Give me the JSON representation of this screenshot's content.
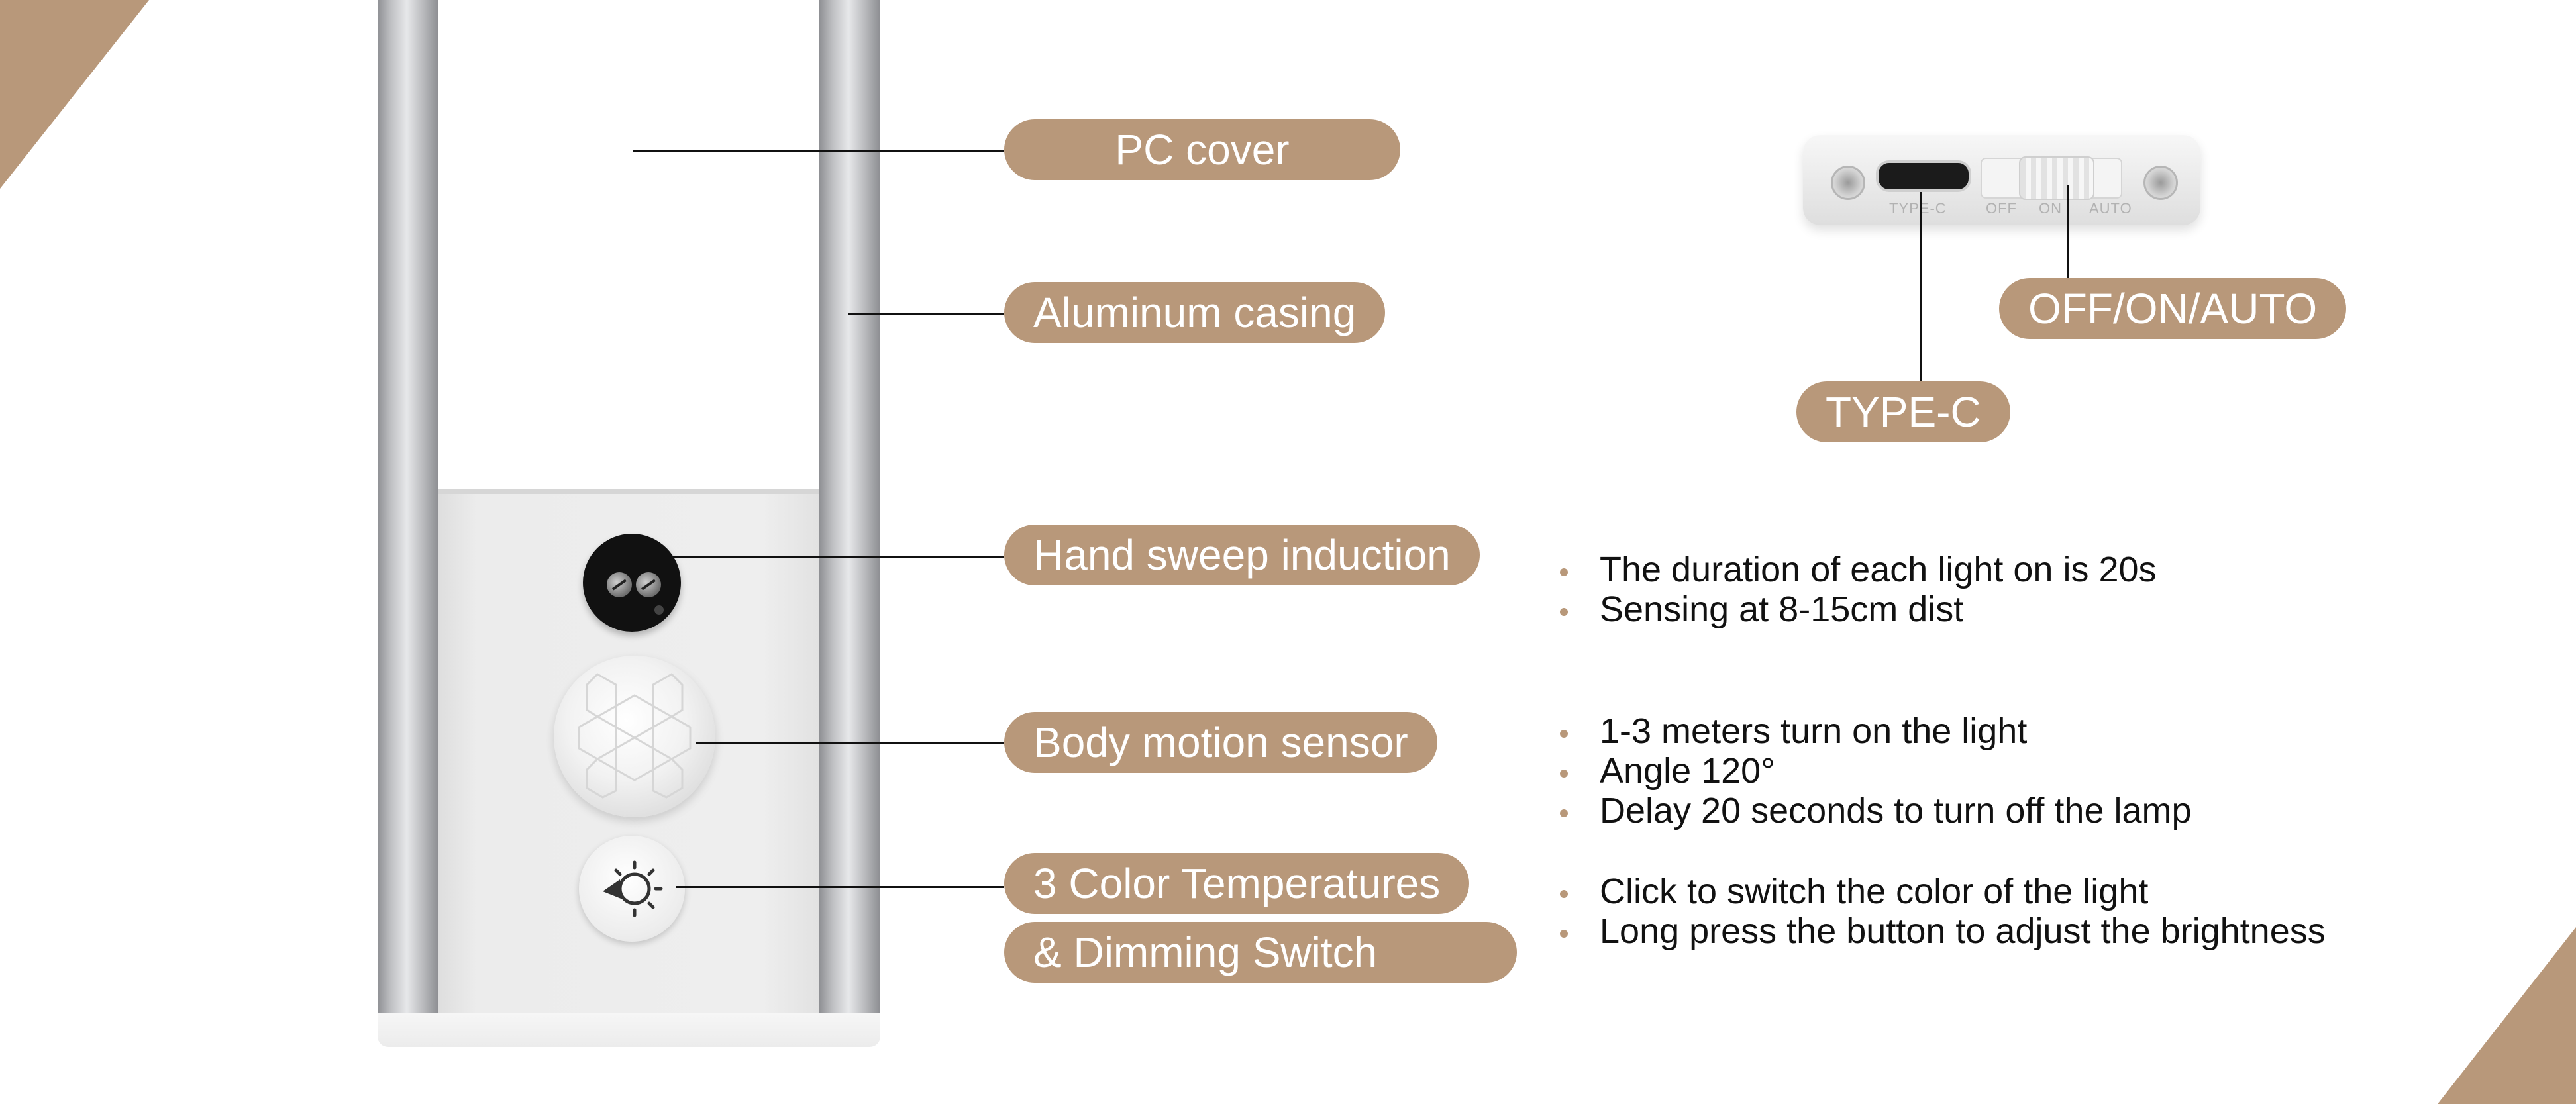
{
  "accent_color": "#b8987a",
  "labels": {
    "pc_cover": "PC cover",
    "aluminum_casing": "Aluminum casing",
    "hand_sweep": "Hand sweep induction",
    "body_motion": "Body motion sensor",
    "color_temp_line1": "3 Color Temperatures",
    "color_temp_line2": "& Dimming Switch",
    "type_c": "TYPE-C",
    "off_on_auto": "OFF/ON/AUTO"
  },
  "module": {
    "port_text": "TYPE-C",
    "switch_off": "OFF",
    "switch_on": "ON",
    "switch_auto": "AUTO"
  },
  "hand_sweep_notes": [
    "The duration of each light on is 20s",
    "Sensing at 8-15cm dist"
  ],
  "body_motion_notes": [
    "1-3 meters turn on the light",
    "Angle 120°",
    "Delay 20 seconds to turn off the lamp"
  ],
  "dimming_notes": [
    "Click to switch the color of the light",
    "Long press the button to adjust the brightness"
  ],
  "icons": [
    "light-bulb-icon",
    "screw-icon",
    "usb-c-port-icon"
  ]
}
